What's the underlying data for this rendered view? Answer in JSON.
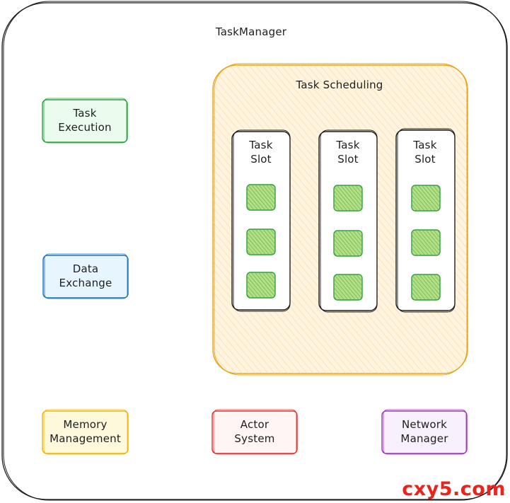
{
  "diagram": {
    "title": "TaskManager",
    "modules": {
      "task_execution": {
        "label": "Task\nExecution",
        "stroke": "#2f9e44",
        "fill": "#ebfbee"
      },
      "data_exchange": {
        "label": "Data\nExchange",
        "stroke": "#1971c2",
        "fill": "#e7f5ff"
      },
      "memory_management": {
        "label": "Memory\nManagement",
        "stroke": "#f08c00",
        "fill": "#fff9db"
      },
      "actor_system": {
        "label": "Actor\nSystem",
        "stroke": "#e03131",
        "fill": "#fff5f5"
      },
      "network_manager": {
        "label": "Network\nManager",
        "stroke": "#9c36b5",
        "fill": "#f8f0fc"
      }
    },
    "scheduling": {
      "label": "Task Scheduling",
      "stroke": "#e8a317",
      "fill": "#fff4e0",
      "slots": [
        {
          "label": "Task\nSlot"
        },
        {
          "label": "Task\nSlot"
        },
        {
          "label": "Task\nSlot"
        }
      ],
      "task_stroke": "#2f9e44",
      "task_fill": "#8ac926"
    }
  },
  "watermark": "cxy5.com"
}
